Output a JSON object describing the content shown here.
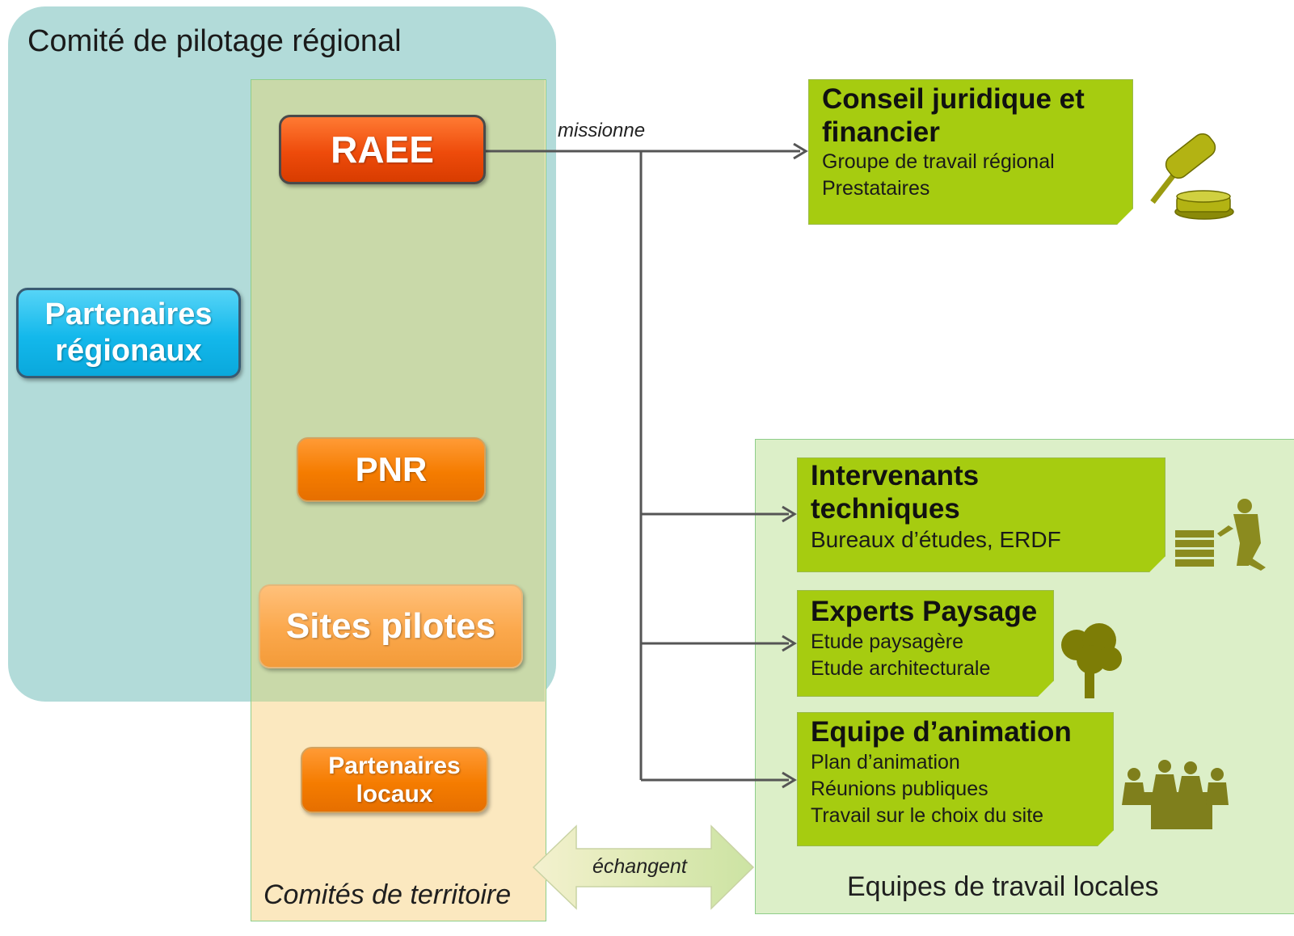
{
  "regions": {
    "comite": "Comité de pilotage régional",
    "territoire": "Comités de territoire",
    "equipes": "Equipes de travail locales"
  },
  "actors": {
    "raee": "RAEE",
    "partenaires_regionaux": [
      "Partenaires",
      "régionaux"
    ],
    "pnr": "PNR",
    "sites_pilotes": "Sites pilotes",
    "partenaires_locaux": [
      "Partenaires",
      "locaux"
    ]
  },
  "cards": {
    "conseil": {
      "title": [
        "Conseil juridique et",
        "financier"
      ],
      "lines": [
        "Groupe de travail régional",
        "Prestataires"
      ]
    },
    "intervenants": {
      "title": [
        "Intervenants",
        "techniques"
      ],
      "lines": [
        "Bureaux d’études, ERDF"
      ]
    },
    "experts": {
      "title": [
        "Experts Paysage"
      ],
      "lines": [
        "Etude paysagère",
        "Etude architecturale"
      ]
    },
    "animation": {
      "title": [
        "Equipe d’animation"
      ],
      "lines": [
        "Plan d’animation",
        "Réunions publiques",
        "Travail sur le choix du site"
      ]
    }
  },
  "connectors": {
    "missionne": "missionne",
    "echangent": "échangent"
  },
  "icons": {
    "conseil": "gavel-icon",
    "intervenants": "bricklayer-icon",
    "experts": "tree-icon",
    "animation": "meeting-icon"
  },
  "colors": {
    "comite_panel": "#b2dbd9",
    "territoire_panel": "#fbe8bf",
    "equipes_panel": "#dcefc8",
    "raee": "#ee4b0b",
    "partenaires_regionaux": "#13b8eb",
    "pnr": "#f57c00",
    "sites_pilotes": "#fba84c",
    "card": "#a6cc10",
    "icon_olive": "#7a7a10"
  }
}
